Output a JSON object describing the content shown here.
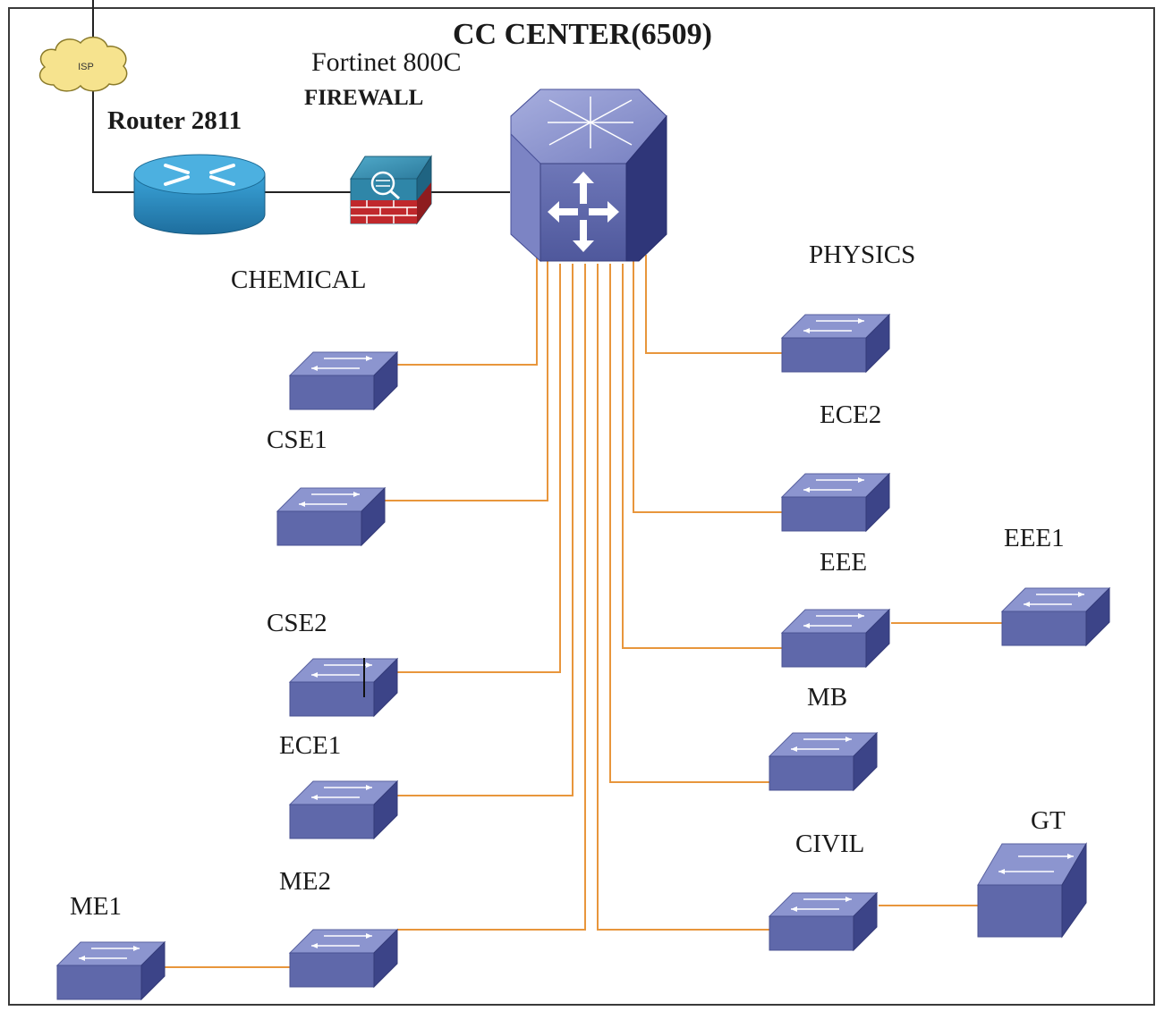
{
  "title": "CC CENTER(6509)",
  "cloud": {
    "label": "ISP"
  },
  "router": {
    "label": "Router 2811"
  },
  "firewall": {
    "brand_label": "Fortinet 800C",
    "type_label": "FIREWALL"
  },
  "switches": [
    {
      "id": "chemical",
      "label": "CHEMICAL"
    },
    {
      "id": "cse1",
      "label": "CSE1"
    },
    {
      "id": "cse2",
      "label": "CSE2"
    },
    {
      "id": "ece1",
      "label": "ECE1"
    },
    {
      "id": "me2",
      "label": "ME2"
    },
    {
      "id": "me1",
      "label": "ME1"
    },
    {
      "id": "physics",
      "label": "PHYSICS"
    },
    {
      "id": "ece2",
      "label": "ECE2"
    },
    {
      "id": "eee",
      "label": "EEE"
    },
    {
      "id": "eee1",
      "label": "EEE1"
    },
    {
      "id": "mb",
      "label": "MB"
    },
    {
      "id": "civil",
      "label": "CIVIL"
    },
    {
      "id": "gt",
      "label": "GT"
    }
  ],
  "colors": {
    "switch_top": "#8a93cc",
    "switch_front": "#5e67a8",
    "switch_side": "#3b4387",
    "link": "#e8963c",
    "router_body": "#2f8fc4",
    "firewall_brick": "#c0282c"
  }
}
